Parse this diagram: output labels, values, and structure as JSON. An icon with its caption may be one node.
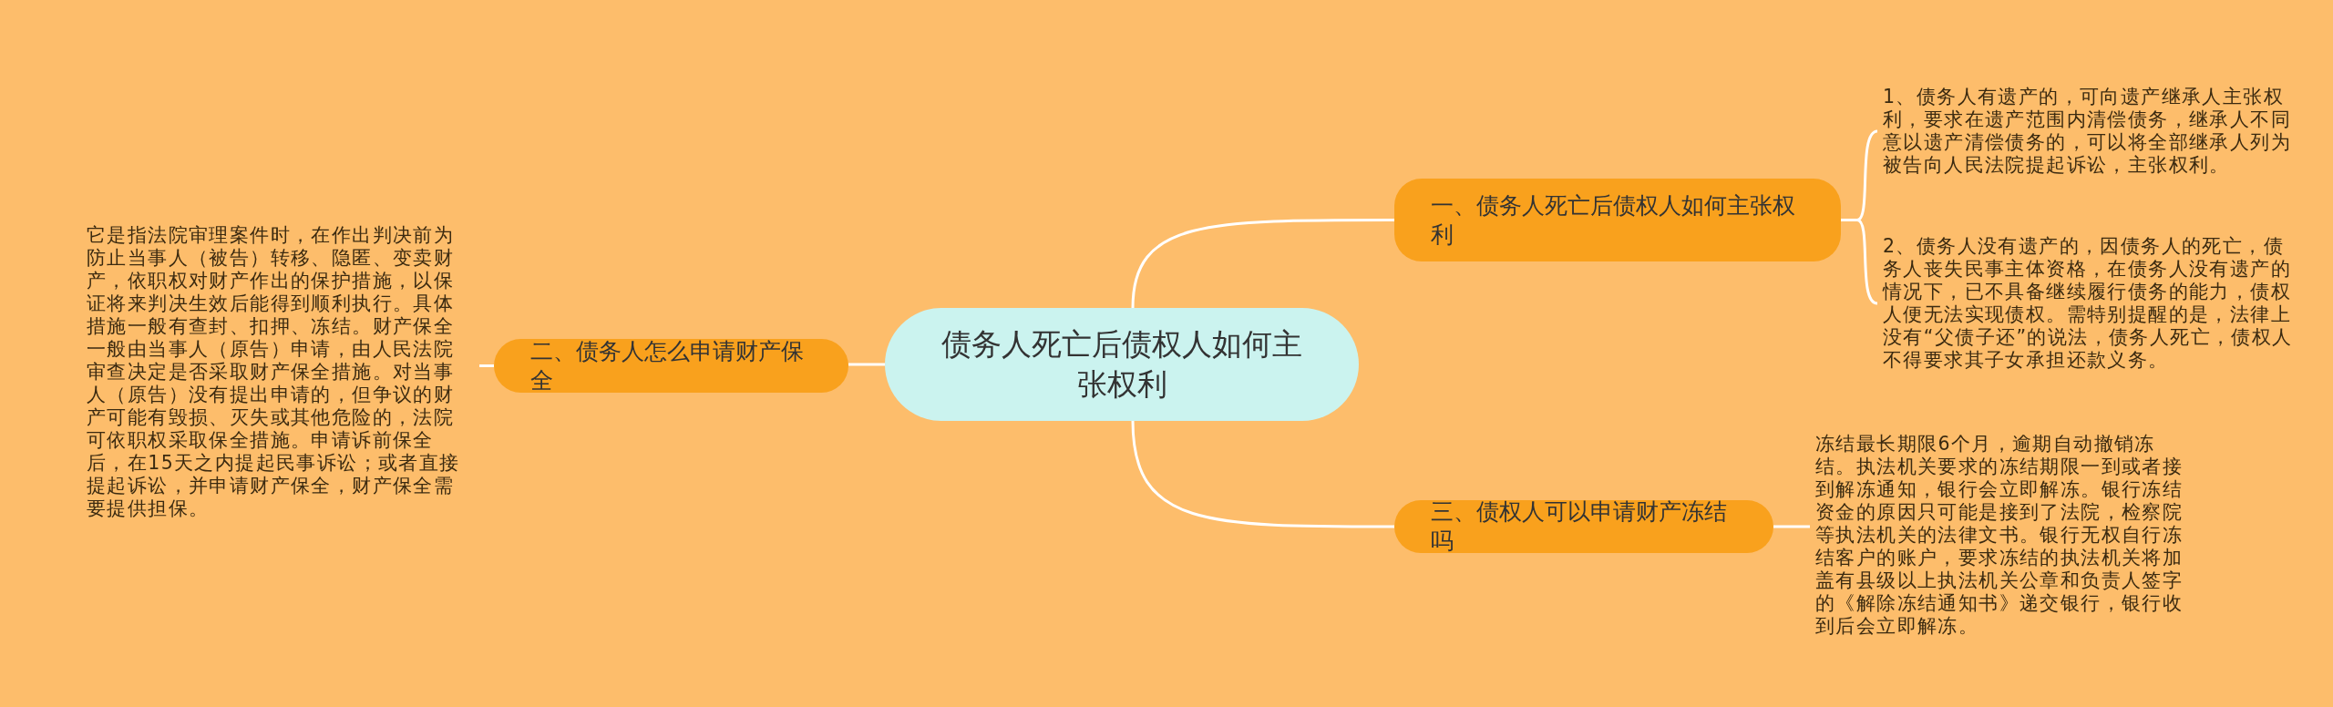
{
  "diagram": {
    "nodes": [
      {
        "text": [
          "债务人死亡后债权人如何主张权利"
        ]
      },
      {
        "text": [
          "一、债务人死亡后债权人如何主张权利"
        ]
      },
      {
        "text": [
          "1、债务人有遗产的，可向遗产继承人主张权利，要求在遗产范围内清偿债务，继承人不同意以遗产清偿债务的，可以将全部继承人列为被告向人民法院提起诉讼，主张权利。"
        ]
      },
      {
        "text": [
          "2、债务人没有遗产的，因债务人的死亡，债务人丧失民事主体资格，在债务人没有遗产的情况下，已不具备继续履行债务的能力，债权人便无法实现债权。需特别提醒的是，法律上没有“父债子还”的说法，债务人死亡，债权人不得要求其子女承担还款义务。"
        ]
      },
      {
        "text": [
          "二、债务人怎么申请财产保全"
        ]
      },
      {
        "text": [
          "它是指法院审理案件时，在作出判决前为防止当事人（被告）转移、隐匿、变卖财产，依职权对财产作出的保护措施，以保证将来判决生效后能得到顺利执行。具体措施一般有查封、扣押、冻结。财产保全一般由当事人（原告）申请，由人民法院审查决定是否采取财产保全措施。对当事人（原告）没有提出申请的，但争议的财产可能有毁损、灭失或其他危险的，法院可依职权采取保全措施。申请诉前保全后，在15天之内提起民事诉讼；或者直接提起诉讼，并申请财产保全，财产保全需要提供担保。"
        ]
      },
      {
        "text": [
          "三、债权人可以申请财产冻结吗"
        ]
      },
      {
        "text": [
          "冻结最长期限6个月，逾期自动撤销冻结。执法机关要求的冻结期限一到或者接到解冻通知，银行会立即解冻。银行冻结资金的原因只可能是接到了法院，检察院等执法机关的法律文书。银行无权自行冻结客户的账户，要求冻结的执法机关将加盖有县级以上执法机关公章和负责人签字的《解除冻结通知书》递交银行，银行收到后会立即解冻。"
        ]
      }
    ],
    "edges": [
      {
        "from": 0,
        "to": 1,
        "arrow": "none"
      },
      {
        "from": 1,
        "to": 2,
        "arrow": "none"
      },
      {
        "from": 1,
        "to": 3,
        "arrow": "none"
      },
      {
        "from": 0,
        "to": 4,
        "arrow": "none"
      },
      {
        "from": 4,
        "to": 5,
        "arrow": "none"
      },
      {
        "from": 0,
        "to": 6,
        "arrow": "none"
      },
      {
        "from": 6,
        "to": 7,
        "arrow": "none"
      }
    ]
  }
}
